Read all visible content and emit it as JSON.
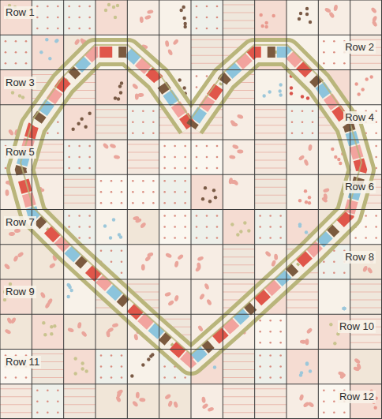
{
  "diagram": {
    "labels": [
      "Row 1",
      "Row 2",
      "Row 3",
      "Row 4",
      "Row 5",
      "Row 6",
      "Row 7",
      "Row 8",
      "Row 9",
      "Row 10",
      "Row 11",
      "Row 12"
    ]
  }
}
